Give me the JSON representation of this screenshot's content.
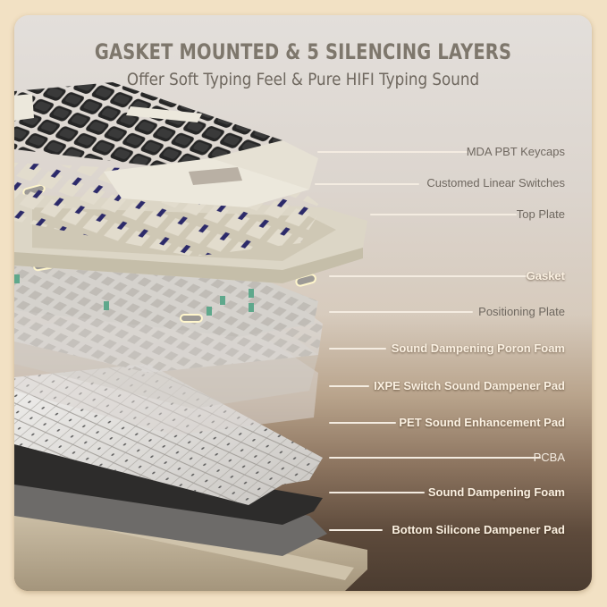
{
  "header": {
    "title": "GASKET MOUNTED & 5 SILENCING LAYERS",
    "subtitle": "Offer Soft Typing Feel & Pure HIFI Typing Sound"
  },
  "colors": {
    "background": "#f2e1c4",
    "title": "#7e776c",
    "label_plain": "#6f6860",
    "label_highlight": "#fbf1e2",
    "leader_line": "#f4ece1"
  },
  "layers": [
    {
      "label": "MDA PBT Keycaps",
      "style": "plain"
    },
    {
      "label": "Customed Linear Switches",
      "style": "plain"
    },
    {
      "label": "Top Plate",
      "style": "plain"
    },
    {
      "label": "Gasket",
      "style": "bold"
    },
    {
      "label": "Positioning Plate",
      "style": "plain"
    },
    {
      "label": "Sound Dampening Poron Foam",
      "style": "bold"
    },
    {
      "label": "IXPE Switch Sound Dampener Pad",
      "style": "bold"
    },
    {
      "label": "PET Sound Enhancement Pad",
      "style": "bold"
    },
    {
      "label": "PCBA",
      "style": "light"
    },
    {
      "label": "Sound Dampening Foam",
      "style": "bold"
    },
    {
      "label": "Bottom Silicone Dampener Pad",
      "style": "bold"
    }
  ],
  "illustration": {
    "subject": "exploded-view-mechanical-keyboard",
    "keycap_colors": [
      "#2b2b2b",
      "#ece8dc",
      "#b9b0a4"
    ],
    "switch_stem_color": "#2c2a6a",
    "stabilizer_color": "#5fa88c"
  }
}
